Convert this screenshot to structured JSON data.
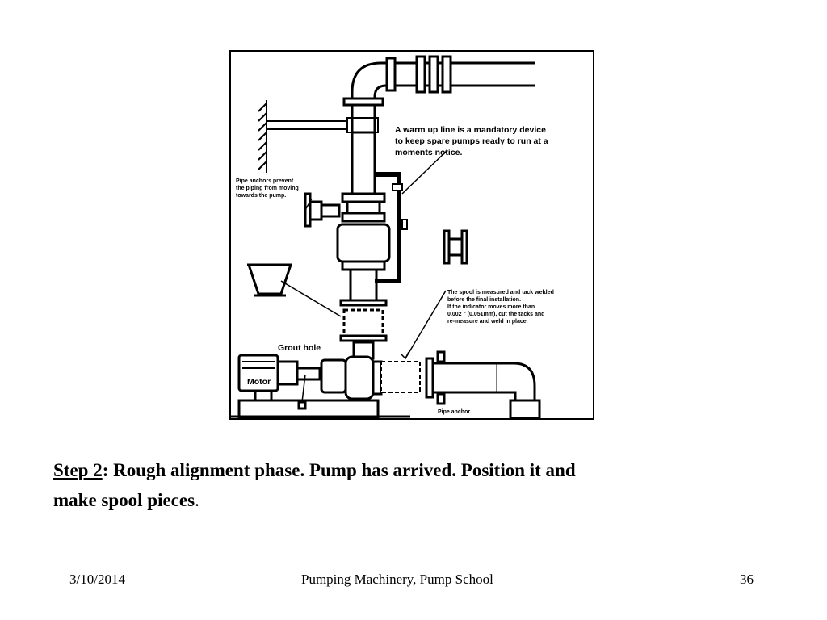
{
  "diagram": {
    "labels": {
      "warmup_line": [
        "A warm up line is a mandatory device",
        "to keep spare pumps ready to run at a",
        "moments notice."
      ],
      "pipe_anchors": [
        "Pipe anchors prevent",
        "the piping from moving",
        "towards the pump."
      ],
      "spool": [
        "The spool is measured and tack welded",
        "before the final installation.",
        "If the indicator moves more than",
        "0.002 \" (0.051mm), cut the tacks and",
        "re-measure and weld in place."
      ],
      "grout_hole": "Grout hole",
      "motor": "Motor",
      "pipe_anchor": "Pipe anchor."
    }
  },
  "caption": {
    "step": "Step 2",
    "text": ": Rough alignment phase. Pump has arrived. Position it and",
    "text2": "make spool pieces",
    "period": "."
  },
  "footer": {
    "date": "3/10/2014",
    "title": "Pumping Machinery, Pump School",
    "page": "36"
  }
}
